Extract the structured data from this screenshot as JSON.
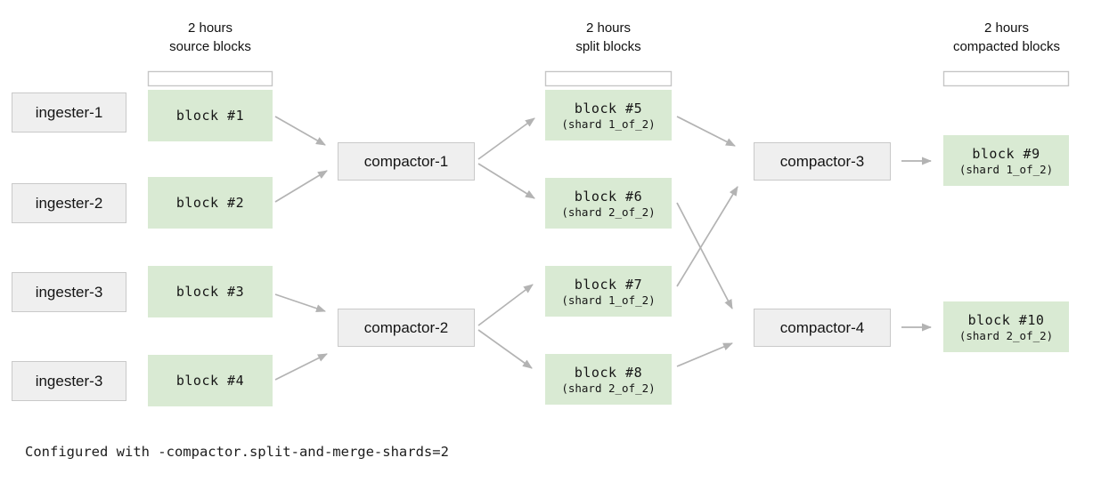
{
  "headers": [
    {
      "line1": "2 hours",
      "line2": "source blocks"
    },
    {
      "line1": "2 hours",
      "line2": "split blocks"
    },
    {
      "line1": "2 hours",
      "line2": "compacted blocks"
    }
  ],
  "ingesters": [
    {
      "label": "ingester-1"
    },
    {
      "label": "ingester-2"
    },
    {
      "label": "ingester-3"
    },
    {
      "label": "ingester-3"
    }
  ],
  "source_blocks": [
    {
      "label": "block #1"
    },
    {
      "label": "block #2"
    },
    {
      "label": "block #3"
    },
    {
      "label": "block #4"
    }
  ],
  "stage1_compactors": [
    {
      "label": "compactor-1"
    },
    {
      "label": "compactor-2"
    }
  ],
  "split_blocks": [
    {
      "label": "block #5",
      "shard": "(shard 1_of_2)"
    },
    {
      "label": "block #6",
      "shard": "(shard 2_of_2)"
    },
    {
      "label": "block #7",
      "shard": "(shard 1_of_2)"
    },
    {
      "label": "block #8",
      "shard": "(shard 2_of_2)"
    }
  ],
  "stage2_compactors": [
    {
      "label": "compactor-3"
    },
    {
      "label": "compactor-4"
    }
  ],
  "compacted_blocks": [
    {
      "label": "block #9",
      "shard": "(shard 1_of_2)"
    },
    {
      "label": "block #10",
      "shard": "(shard 2_of_2)"
    }
  ],
  "footer": "Configured with -compactor.split-and-merge-shards=2",
  "colors": {
    "block_fill": "#d9ead3",
    "node_fill": "#efefef",
    "node_border": "#c9c9c9",
    "arrow": "#b3b3b3",
    "bracket": "#c6c6c6"
  }
}
